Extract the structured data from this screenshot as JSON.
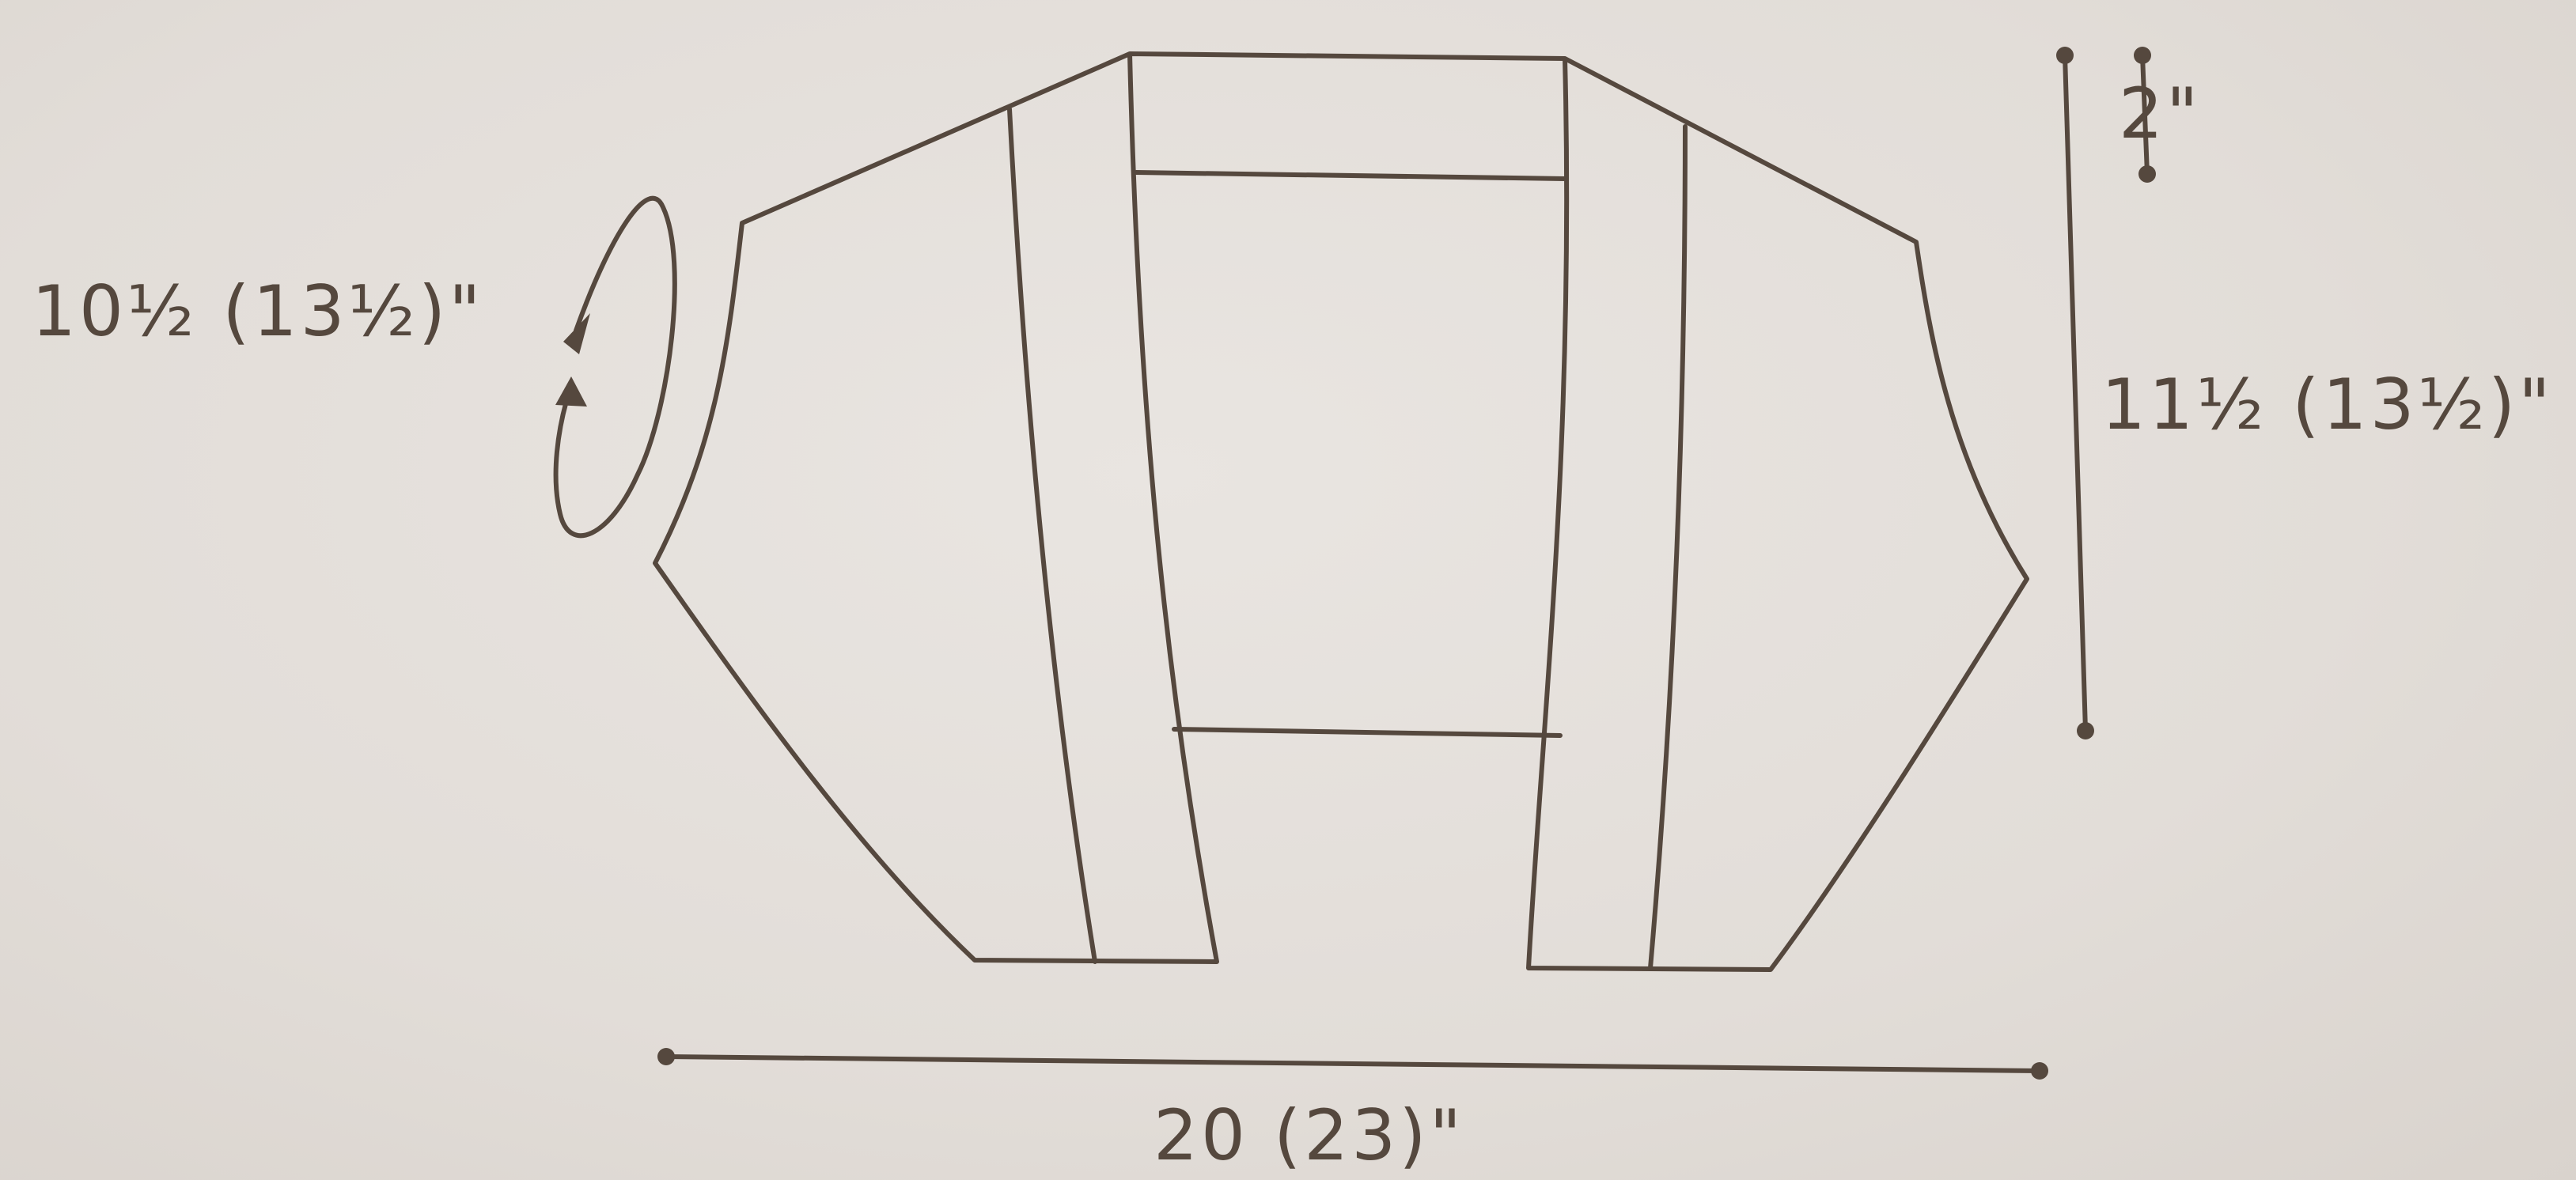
{
  "diagram": {
    "labels": {
      "sleeve_circumference": "10½ (13½)\"",
      "yoke_depth": "2\"",
      "height": "11½ (13½)\"",
      "width": "20 (23)\""
    }
  }
}
